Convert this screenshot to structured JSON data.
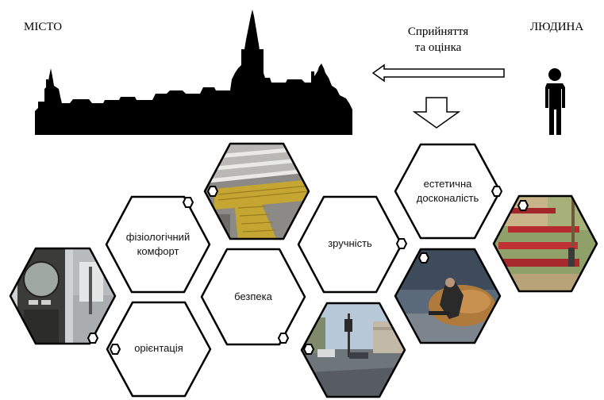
{
  "titles": {
    "city": "МІСТО",
    "human": "ЛЮДИНА",
    "perception_line1": "Сприйняття",
    "perception_line2": "та оцінка"
  },
  "hexagons": [
    {
      "id": "fiziologichnyi",
      "line1": "фізіологічний",
      "line2": "комфорт"
    },
    {
      "id": "bezpeka",
      "line1": "безпека",
      "line2": ""
    },
    {
      "id": "orientatsiia",
      "line1": "орієнтація",
      "line2": ""
    },
    {
      "id": "zruchnist",
      "line1": "зручність",
      "line2": ""
    },
    {
      "id": "estetychna",
      "line1": "естетична",
      "line2": "досконалість"
    }
  ],
  "icons": {
    "skyline": "city-skyline-icon",
    "person": "person-icon",
    "arrow_left": "arrow-left-icon",
    "arrow_down": "arrow-down-icon"
  }
}
